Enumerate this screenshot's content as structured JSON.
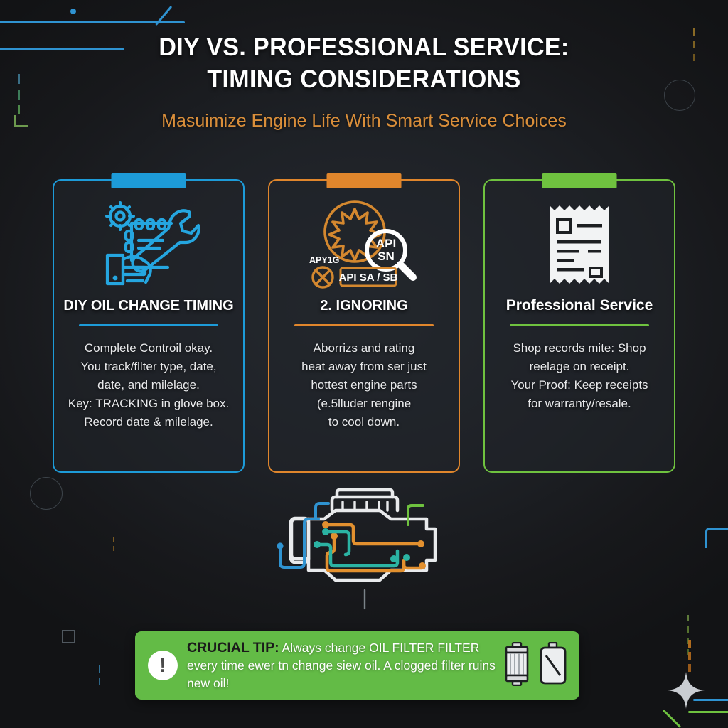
{
  "header": {
    "title_line1": "DIY VS. PROFESSIONAL SERVICE:",
    "title_line2": "TIMING CONSIDERATIONS",
    "subtitle": "Masuimize Engine Life With Smart Service Choices"
  },
  "colors": {
    "background": "#17181b",
    "accent_blue": "#1d9bd8",
    "accent_orange": "#e0862c",
    "accent_green": "#6fc23f",
    "banner_green": "#63bb46",
    "subtitle_orange": "#d98e3a",
    "text_white": "#ffffff"
  },
  "cards": [
    {
      "accent": "#1d9bd8",
      "icon": "hand-wrench-gear-icon",
      "title": "DIY OIL CHANGE TIMING",
      "body": "Complete Controil okay.\nYou track/fllter type, date,\ndate, and milelage.\nKey: TRACKING in glove box.\nRecord date & milelage."
    },
    {
      "accent": "#e0862c",
      "icon": "oil-spec-magnifier-icon",
      "icon_labels": {
        "magnifier_line1": "API",
        "magnifier_line2": "SN",
        "small_label": "APY1G",
        "badge": "API SA / SB"
      },
      "title": "2. IGNORING",
      "body": "Aborrizs and rating\nheat away from ser just\nhottest engine parts\n(e.5lluder rengine\nto cool down."
    },
    {
      "accent": "#6fc23f",
      "icon": "receipt-icon",
      "title": "Professional Service",
      "body": "Shop records mite: Shop\nreelage on receipt.\nYour Proof: Keep receipts\nfor warranty/resale."
    }
  ],
  "engine": {
    "icon": "engine-block-circuit-icon",
    "trace_colors": [
      "#e2902f",
      "#2bb3a3",
      "#2f93d1",
      "#6fc23f"
    ]
  },
  "tip": {
    "badge_glyph": "!",
    "label": "CRUCIAL TIP:",
    "text": " Always change OIL FILTER FILTER every time ewer tn change siew oil. A clogged filter ruins new oil!",
    "icons": [
      "oil-filter-icon",
      "oil-can-icon"
    ]
  }
}
